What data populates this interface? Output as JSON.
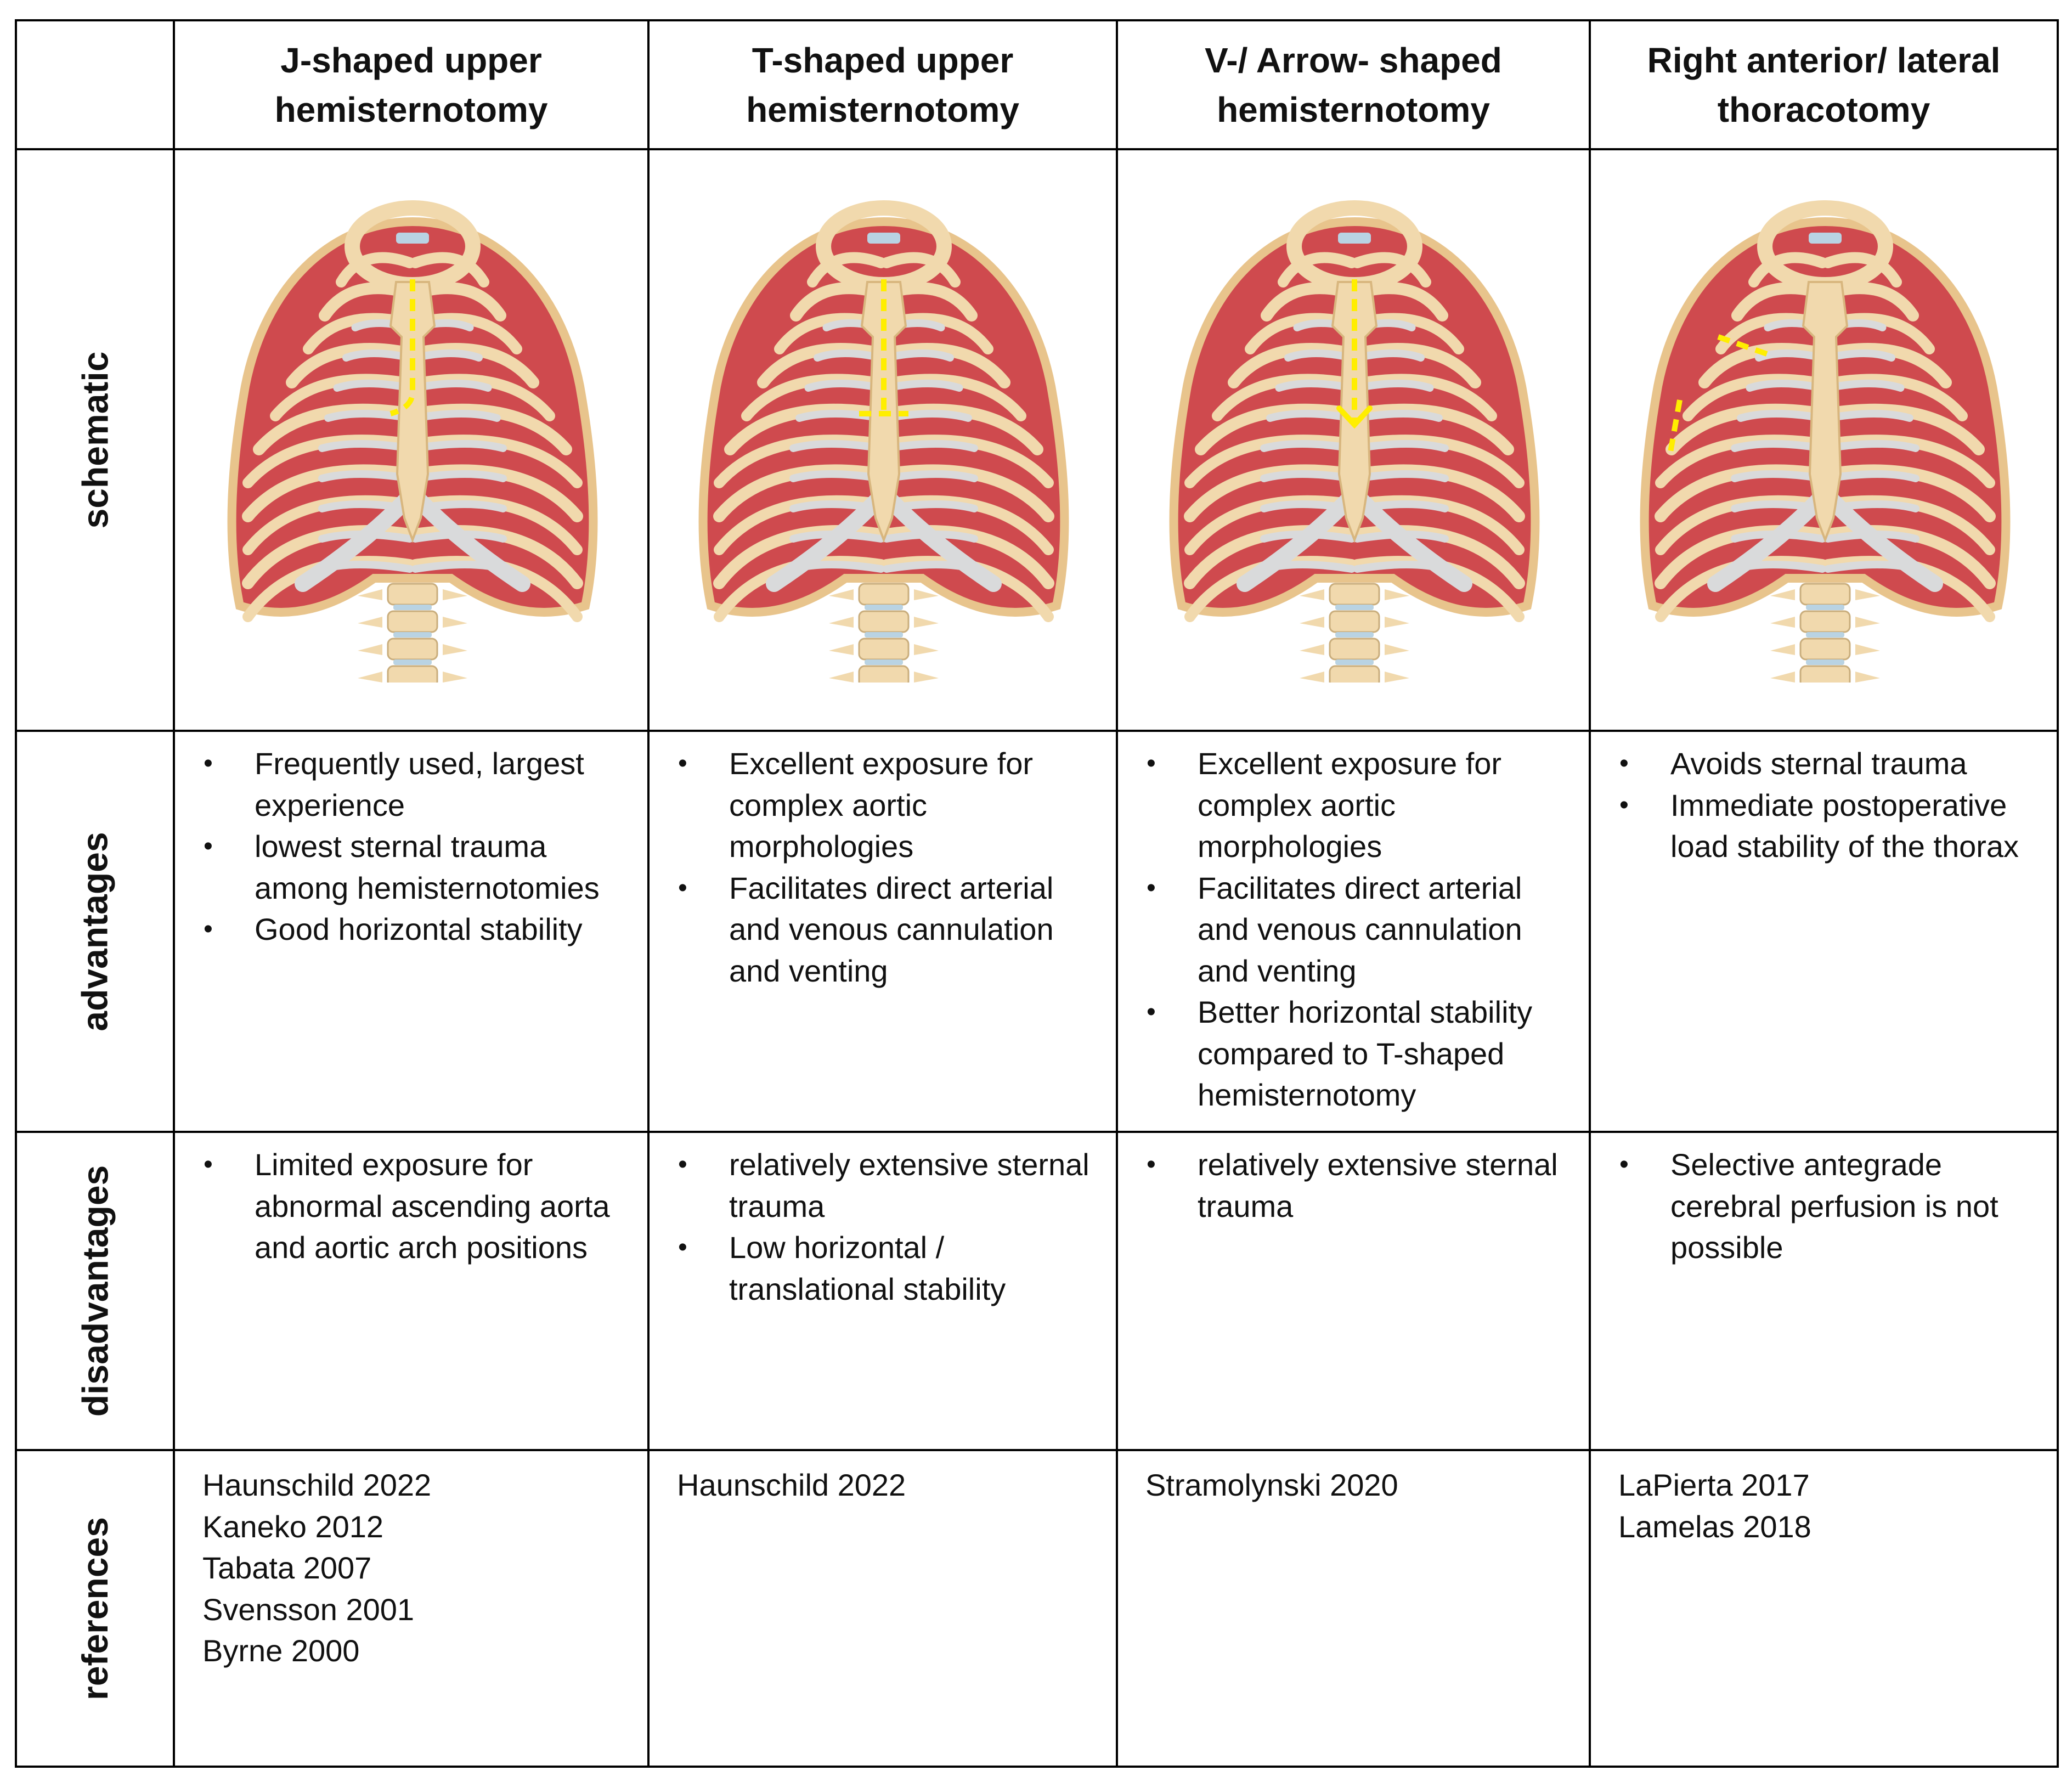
{
  "columns": [
    {
      "title": "J-shaped upper hemisternotomy",
      "incision": "j"
    },
    {
      "title": "T-shaped upper hemisternotomy",
      "incision": "t"
    },
    {
      "title": "V-/ Arrow- shaped hemisternotomy",
      "incision": "v"
    },
    {
      "title": "Right anterior/ lateral thoracotomy",
      "incision": "thoracotomy"
    }
  ],
  "row_labels": {
    "schematic": "schematic",
    "advantages": "advantages",
    "disadvantages": "disadvantages",
    "references": "references"
  },
  "advantages": [
    [
      "Frequently used, largest experience",
      "lowest sternal trauma among hemisternotomies",
      "Good horizontal stability"
    ],
    [
      "Excellent exposure for complex aortic morphologies",
      "Facilitates direct arterial and venous cannulation and venting"
    ],
    [
      "Excellent exposure for complex aortic morphologies",
      "Facilitates direct arterial and venous cannulation and venting",
      "Better horizontal stability compared to T-shaped hemisternotomy"
    ],
    [
      "Avoids sternal trauma",
      "Immediate postoperative load stability of the thorax"
    ]
  ],
  "disadvantages": [
    [
      "Limited exposure for abnormal ascending aorta and aortic arch positions"
    ],
    [
      "relatively extensive sternal trauma",
      "Low horizontal / translational stability"
    ],
    [
      "relatively extensive sternal trauma"
    ],
    [
      "Selective antegrade cerebral perfusion is not possible"
    ]
  ],
  "references": [
    [
      "Haunschild 2022",
      "Kaneko 2012",
      "Tabata 2007",
      "Svensson 2001",
      "Byrne 2000"
    ],
    [
      "Haunschild 2022"
    ],
    [
      "Stramolynski 2020"
    ],
    [
      "LaPierta 2017",
      "Lamelas 2018"
    ]
  ],
  "colors": {
    "muscle": "#cf4a4e",
    "bone": "#f1d9ad",
    "cartilage": "#d9dadb",
    "disc": "#b9d3e3",
    "incision": "#ffee00",
    "border": "#000000"
  }
}
